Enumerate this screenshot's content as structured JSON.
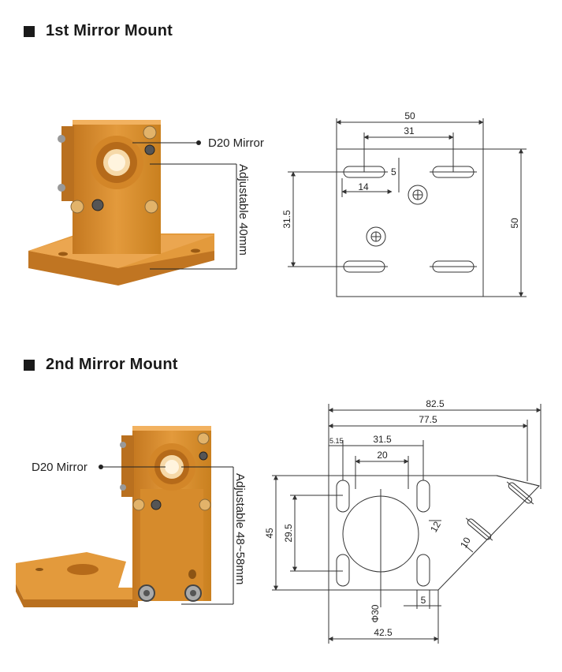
{
  "sections": [
    {
      "title": "1st Mirror Mount",
      "mirror_label": "D20 Mirror",
      "adjust_label": "Adjustable 40mm",
      "drawing_dims": {
        "width_top": "50",
        "hole_span": "31",
        "slot_offset": "14",
        "slot_height": "5",
        "left_height": "31.5",
        "right_height": "50"
      }
    },
    {
      "title": "2nd Mirror Mount",
      "mirror_label": "D20 Mirror",
      "adjust_label": "Adjustable 48~58mm",
      "drawing_dims": {
        "overall": "82.5",
        "inner": "77.5",
        "edge": "5.15",
        "slot_span": "31.5",
        "center_span": "20",
        "height": "45",
        "inner_height": "29.5",
        "diameter": "Φ30",
        "bottom_gap": "5",
        "bottom_width": "42.5",
        "diag_a": "12",
        "diag_b": "10"
      }
    }
  ],
  "colors": {
    "metal": "#d98a2e",
    "metal_dark": "#b9701f",
    "metal_light": "#eaa54a",
    "line": "#333333"
  }
}
